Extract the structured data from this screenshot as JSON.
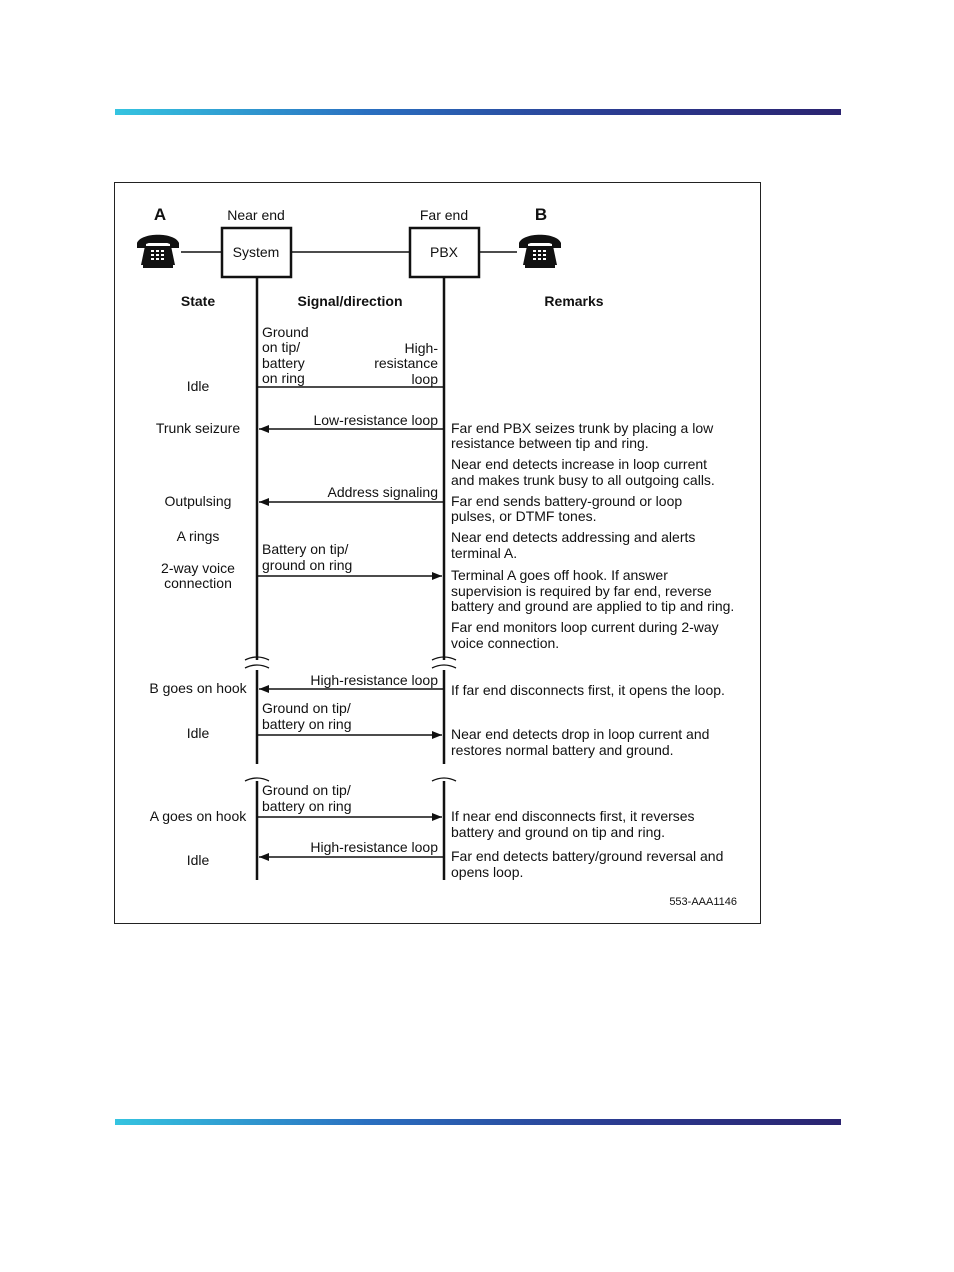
{
  "labels": {
    "terminal_a": "A",
    "terminal_b": "B",
    "near_end": "Near end",
    "far_end": "Far end",
    "system": "System",
    "pbx": "PBX",
    "col_state": "State",
    "col_signal": "Signal/direction",
    "col_remarks": "Remarks",
    "figure_id": "553-AAA1146"
  },
  "states": [
    "Idle",
    "Trunk seizure",
    "Outpulsing",
    "A rings",
    "2-way voice",
    "connection",
    "B goes on hook",
    "Idle",
    "A goes on hook",
    "Idle"
  ],
  "signals": {
    "idle_left": [
      "Ground",
      "on tip/",
      "battery",
      "on ring"
    ],
    "idle_right": [
      "High-",
      "resistance",
      "loop"
    ],
    "low_res": "Low-resistance loop",
    "address": "Address signaling",
    "battery_tip": [
      "Battery on tip/",
      "ground on ring"
    ],
    "high_res_1": "High-resistance loop",
    "ground_tip_1": [
      "Ground on tip/",
      "battery on ring"
    ],
    "ground_tip_2": [
      "Ground on tip/",
      "battery on ring"
    ],
    "high_res_2": "High-resistance loop"
  },
  "remarks": [
    "Far end PBX seizes trunk by placing a low",
    "resistance between tip and ring.",
    "Near end detects increase in loop current",
    "and makes trunk busy to all outgoing calls.",
    "Far end sends battery-ground or loop",
    "pulses, or DTMF tones.",
    "Near end detects addressing and alerts",
    "terminal A.",
    "Terminal A goes off hook. If answer",
    "supervision is required by far end, reverse",
    "battery and ground are applied to tip and ring.",
    "Far end monitors loop current during 2-way",
    "voice connection.",
    "If far end disconnects first, it opens the loop.",
    "Near end detects drop in loop current and",
    "restores normal battery and ground.",
    "If near end disconnects first, it reverses",
    "battery and ground on tip and ring.",
    "Far end detects battery/ground reversal and",
    "opens loop."
  ]
}
